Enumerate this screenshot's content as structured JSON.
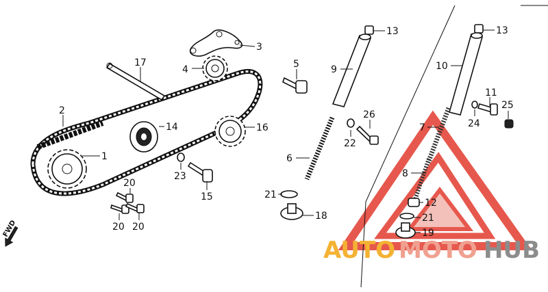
{
  "callouts": {
    "c1": "1",
    "c2": "2",
    "c3": "3",
    "c4": "4",
    "c5": "5",
    "c6": "6",
    "c7": "7",
    "c8": "8",
    "c9": "9",
    "c10": "10",
    "c11": "11",
    "c12": "12",
    "c13a": "13",
    "c13b": "13",
    "c14": "14",
    "c15": "15",
    "c16": "16",
    "c17": "17",
    "c18": "18",
    "c19": "19",
    "c20a": "20",
    "c20b": "20",
    "c20c": "20",
    "c21a": "21",
    "c21b": "21",
    "c22": "22",
    "c23": "23",
    "c24": "24",
    "c25": "25",
    "c26": "26"
  },
  "fwd_label": "FWD",
  "watermark": {
    "auto": "AUTO",
    "moto": "MOTO",
    "hub": "HUB"
  },
  "colors": {
    "watermark_red": "#e23b2e",
    "watermark_orange": "#f4b233",
    "watermark_grey": "#8c8c8c"
  }
}
